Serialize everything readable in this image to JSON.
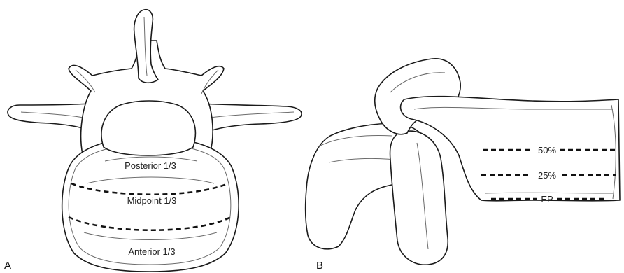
{
  "panels": {
    "a": {
      "letter": "A",
      "zones": {
        "posterior": "Posterior 1/3",
        "midpoint": "Midpoint 1/3",
        "anterior": "Anterior 1/3"
      }
    },
    "b": {
      "letter": "B",
      "levels": {
        "fifty": "50%",
        "twentyfive": "25%",
        "endplate": "EP"
      }
    }
  }
}
